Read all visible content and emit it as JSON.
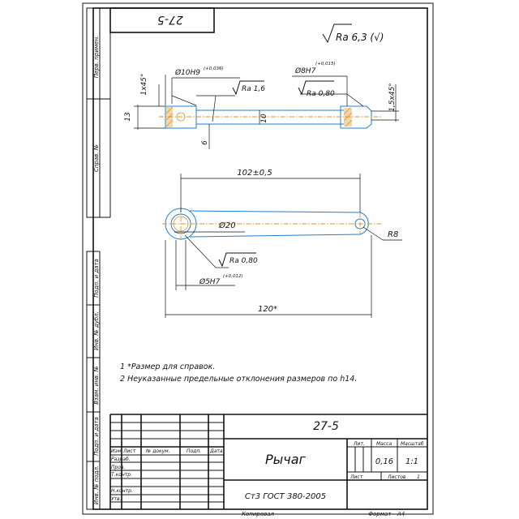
{
  "stamp_top": "27-5",
  "roughness_general": "Ra 6,3 (√)",
  "side_labels": [
    "Перв. примен.",
    "Справ. №",
    "Подп. и дата",
    "Инв. № дубл.",
    "Взам. инв. №",
    "Подп. и дата",
    "Инв. № подл."
  ],
  "view1": {
    "dia_left": "Ø10H9",
    "tol_left": "(+0,036)",
    "chamfer_left": "1x45°",
    "ra_left": "Ra 1,6",
    "height": "13",
    "thickness": "10",
    "web": "6",
    "dia_right": "Ø8H7",
    "tol_right": "(+0,015)",
    "ra_right": "Ra 0,80",
    "chamfer_right": "1,5x45°"
  },
  "view2": {
    "center_dist": "102±0,5",
    "dia_head": "Ø20",
    "radius": "R8",
    "ra_bore": "Ra 0,80",
    "dia_bore": "Ø5H7",
    "tol_bore": "(+0,012)",
    "overall": "120*"
  },
  "notes": [
    "1  *Размер для справок.",
    "2  Неуказанные предельные отклонения размеров по h14."
  ],
  "title_block": {
    "designation": "27-5",
    "name": "Рычаг",
    "material": "Ст3 ГОСТ 380-2005",
    "headers": {
      "izm": "Изм",
      "list": "Лист",
      "doc": "№ докум.",
      "sign": "Подп.",
      "date": "Дата"
    },
    "roles": [
      "Разраб.",
      "Пров.",
      "Т.контр.",
      "",
      "Н.контр.",
      "Утв."
    ],
    "lit": "Лит.",
    "mass": "Масса",
    "scale": "Масштаб",
    "mass_value": "0,16",
    "scale_value": "1:1",
    "sheet": "Лист",
    "sheets": "Листов",
    "sheets_value": "1"
  },
  "footer": {
    "copied": "Копировал",
    "format": "Формат",
    "format_value": "A4"
  }
}
